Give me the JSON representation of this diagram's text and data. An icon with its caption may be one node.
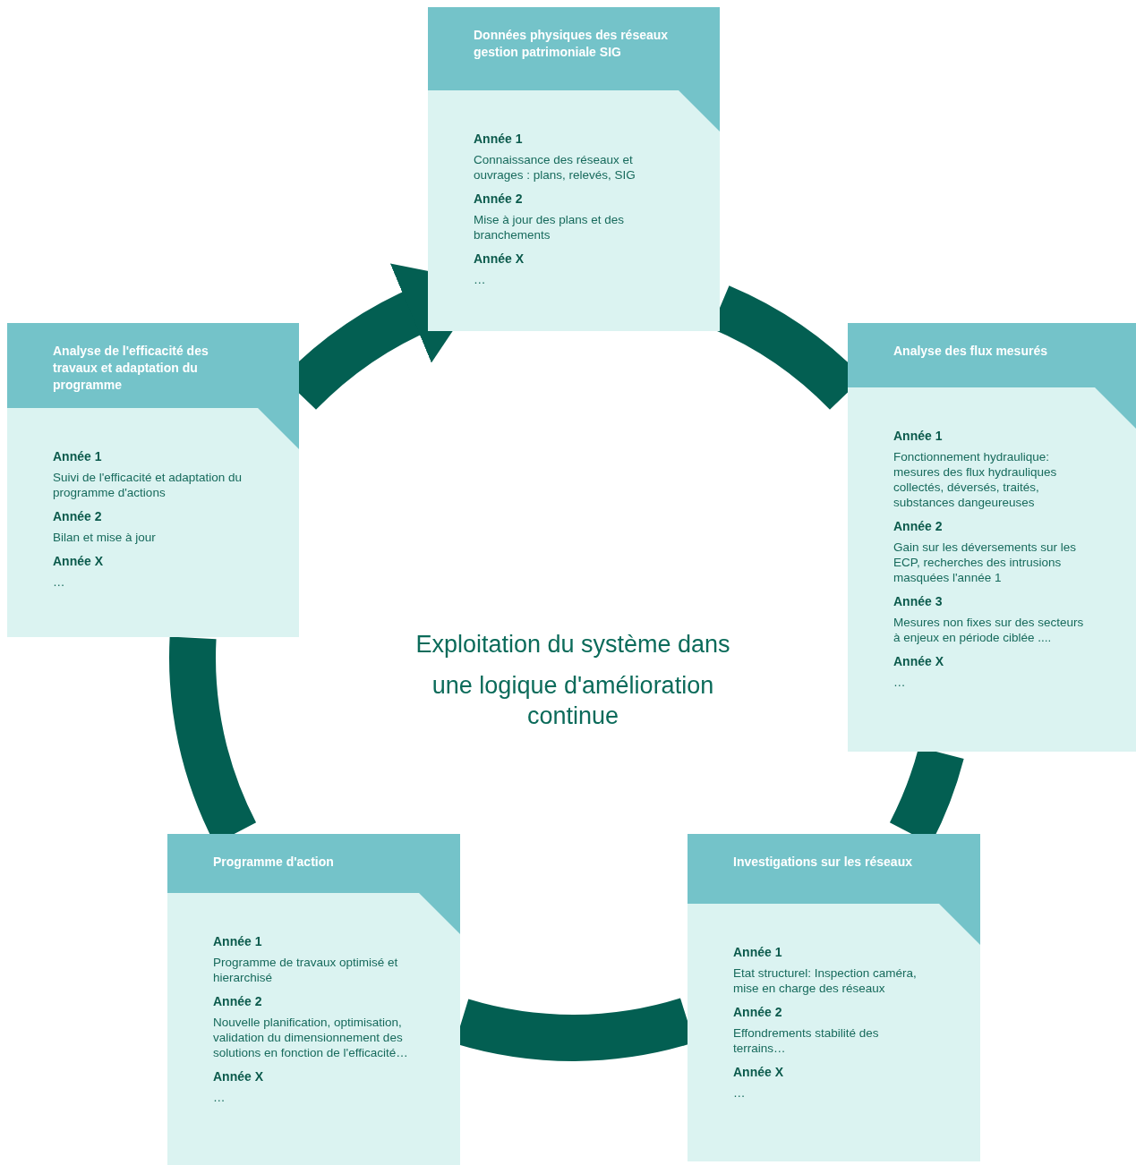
{
  "diagram": {
    "nodes": [
      {
        "text": [
          "**Données physiques des réseaux** gestion patrimoniale SIG",
          "Année 1",
          "Connaissance des réseaux et ouvrages : plans, relevés, SIG",
          "Année 2",
          "Mise à jour des plans et des branchements",
          "Année X",
          "…"
        ]
      },
      {
        "text": [
          "Analyse de l'efficacité des travaux et adaptation du programme",
          "Année 1",
          "Suivi de l'efficacité et adaptation du programme d'actions",
          "Année 2",
          "Bilan et mise à jour",
          "Année X",
          "…"
        ]
      },
      {
        "text": [
          "Analyse des flux mesurés",
          "Année 1",
          "Fonctionnement hydraulique: mesures des flux hydrauliques collectés, déversés, traités, substances dangeureuses",
          "Année 2",
          "Gain sur les déversements sur les ECP, recherches des intrusions masquées l'année 1",
          "Année 3",
          "Mesures non fixes sur des secteurs à enjeux en période ciblée ....",
          "Année X",
          "…"
        ]
      },
      {
        "text": [
          "Programme d'action",
          "Année 1",
          "Programme de travaux optimisé et hierarchisé",
          "Année 2",
          "Nouvelle planification, optimisation, validation du dimensionnement des solutions en fonction de l'efficacité…",
          "Année X",
          "…"
        ]
      },
      {
        "text": [
          "Investigations sur les réseaux",
          "Année 1",
          "Etat structurel: Inspection caméra, mise en charge des réseaux",
          "Année 2",
          "Effondrements stabilité des terrains…",
          "Année X",
          "…"
        ]
      }
    ],
    "edges": [
      {
        "from": 0,
        "to": 2,
        "arrow": "none"
      },
      {
        "from": 2,
        "to": 4,
        "arrow": "none"
      },
      {
        "from": 4,
        "to": 3,
        "arrow": "none"
      },
      {
        "from": 3,
        "to": 1,
        "arrow": "none"
      },
      {
        "from": 1,
        "to": 0,
        "arrow": "to"
      }
    ],
    "labels": [
      "Exploitation du système dans",
      "une logique d'amélioration continue"
    ]
  }
}
